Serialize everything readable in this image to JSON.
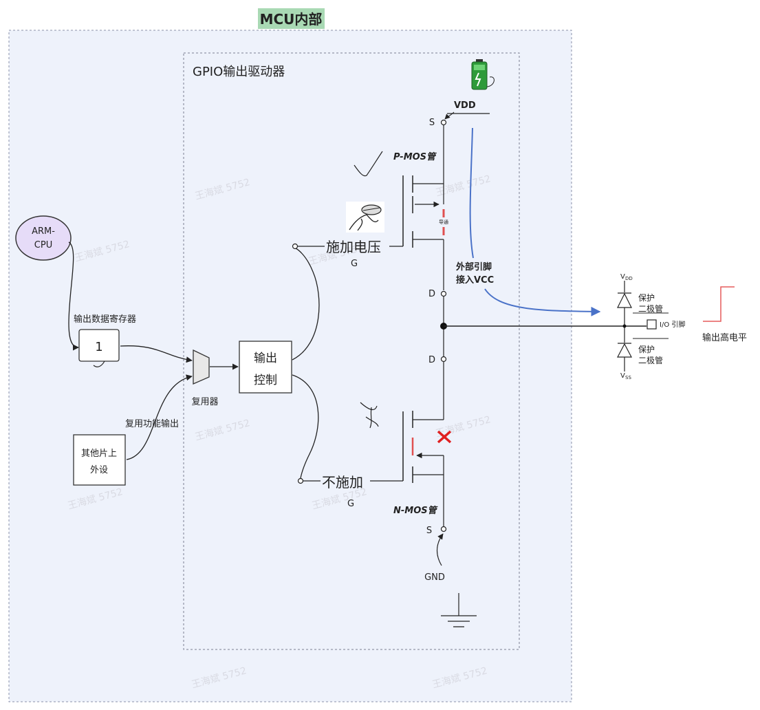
{
  "titles": {
    "mcu": "MCU内部",
    "gpio": "GPIO输出驱动器"
  },
  "blocks": {
    "cpu": "ARM-\nCPU",
    "cpu_line1": "ARM-",
    "cpu_line2": "CPU",
    "register_label": "输出数据寄存器",
    "register_value": "1",
    "mux_label": "复用器",
    "alt_label": "复用功能输出",
    "peripheral_line1": "其他片上",
    "peripheral_line2": "外设",
    "control_line1": "输出",
    "control_line2": "控制"
  },
  "gates": {
    "upper_action": "施加电压",
    "lower_action": "不施加",
    "gate_pin": "G"
  },
  "pmos": {
    "label": "P-MOS管",
    "source": "S",
    "drain": "D",
    "conduct_note": "导通",
    "supply": "VDD"
  },
  "nmos": {
    "label": "N-MOS管",
    "source": "S",
    "drain": "D",
    "ground": "GND"
  },
  "external": {
    "note_line1": "外部引脚",
    "note_line2": "接入VCC",
    "vdd": "V",
    "vdd_sub": "DD",
    "vss": "V",
    "vss_sub": "SS",
    "diode_top_line1": "保护",
    "diode_top_line2": "二极管",
    "diode_bot_line1": "保护",
    "diode_bot_line2": "二极管",
    "io_pin": "I/O 引脚",
    "output_level": "输出高电平"
  },
  "watermark": "王海斌 5752",
  "colors": {
    "mcu_bg": "#eef2fb",
    "title_highlight": "#a9d9b4",
    "mos_label": "#e05050",
    "note_green": "#3a9a4a",
    "arrow_blue": "#4a72c8",
    "level_red": "#e55a5a",
    "cross_red": "#e02020",
    "cpu_fill": "#e6dcf8",
    "battery_green": "#2e9a3a"
  }
}
